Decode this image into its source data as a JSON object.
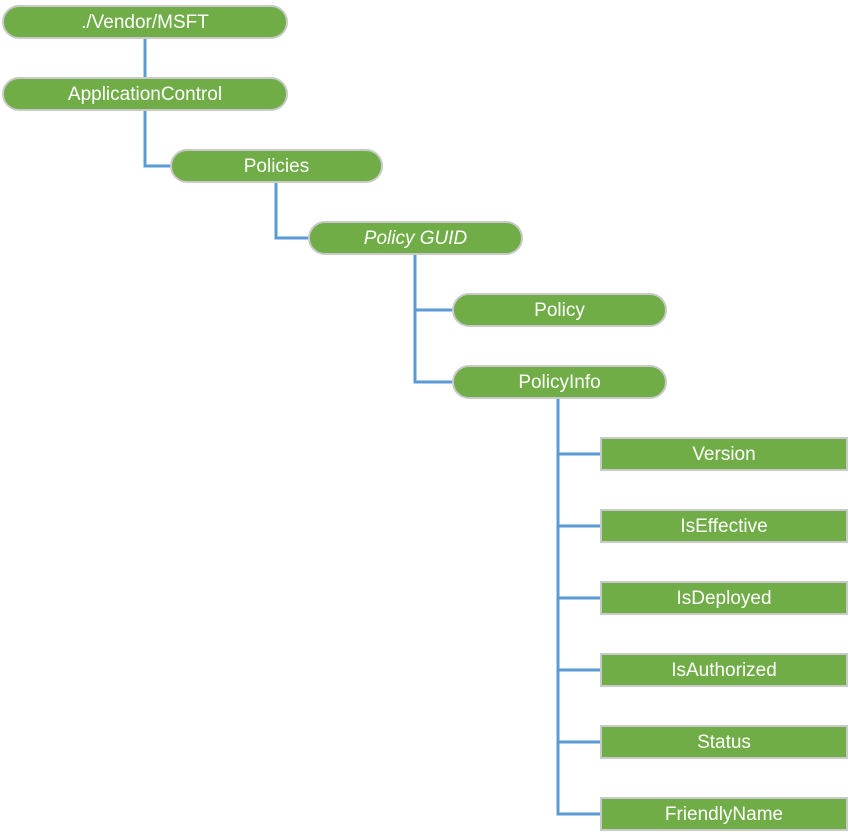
{
  "tree": {
    "nodes": [
      {
        "id": "vendor-msft",
        "label": "./Vendor/MSFT",
        "shape": "pill",
        "italic": false
      },
      {
        "id": "application-control",
        "label": "ApplicationControl",
        "shape": "pill",
        "italic": false
      },
      {
        "id": "policies",
        "label": "Policies",
        "shape": "pill",
        "italic": false
      },
      {
        "id": "policy-guid",
        "label": "Policy GUID",
        "shape": "pill",
        "italic": true
      },
      {
        "id": "policy",
        "label": "Policy",
        "shape": "pill",
        "italic": false
      },
      {
        "id": "policy-info",
        "label": "PolicyInfo",
        "shape": "pill",
        "italic": false
      },
      {
        "id": "version",
        "label": "Version",
        "shape": "rect",
        "italic": false
      },
      {
        "id": "is-effective",
        "label": "IsEffective",
        "shape": "rect",
        "italic": false
      },
      {
        "id": "is-deployed",
        "label": "IsDeployed",
        "shape": "rect",
        "italic": false
      },
      {
        "id": "is-authorized",
        "label": "IsAuthorized",
        "shape": "rect",
        "italic": false
      },
      {
        "id": "status",
        "label": "Status",
        "shape": "rect",
        "italic": false
      },
      {
        "id": "friendly-name",
        "label": "FriendlyName",
        "shape": "rect",
        "italic": false
      }
    ],
    "edges": [
      {
        "from": "./Vendor/MSFT",
        "to": "ApplicationControl"
      },
      {
        "from": "ApplicationControl",
        "to": "Policies"
      },
      {
        "from": "Policies",
        "to": "Policy GUID"
      },
      {
        "from": "Policy GUID",
        "to": "Policy"
      },
      {
        "from": "Policy GUID",
        "to": "PolicyInfo"
      },
      {
        "from": "PolicyInfo",
        "to": "Version"
      },
      {
        "from": "PolicyInfo",
        "to": "IsEffective"
      },
      {
        "from": "PolicyInfo",
        "to": "IsDeployed"
      },
      {
        "from": "PolicyInfo",
        "to": "IsAuthorized"
      },
      {
        "from": "PolicyInfo",
        "to": "Status"
      },
      {
        "from": "PolicyInfo",
        "to": "FriendlyName"
      }
    ]
  },
  "colors": {
    "node_fill": "#70AD47",
    "node_border": "#C9C9C9",
    "node_text": "#FFFFFF",
    "connector": "#5B9BD5",
    "background": "#FFFFFF"
  }
}
